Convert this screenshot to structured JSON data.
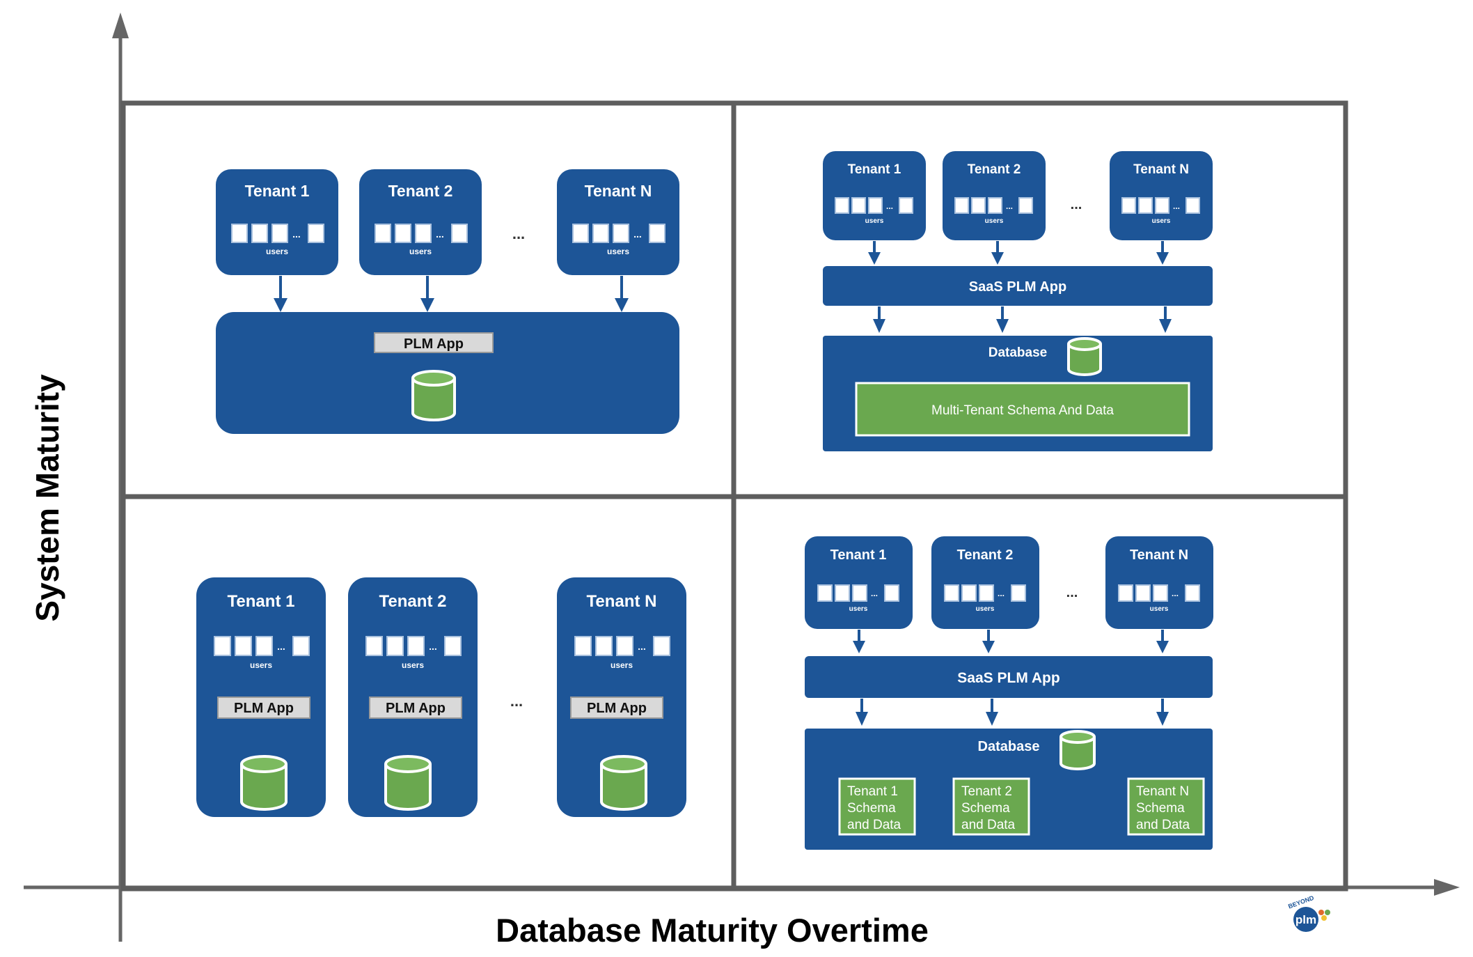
{
  "axes": {
    "y_label": "System Maturity",
    "x_label": "Database Maturity Overtime"
  },
  "colors": {
    "tenant_blue": "#1d5597",
    "database_green": "#6aa84f",
    "frame_gray": "#5e5e5e",
    "app_label_gray": "#d9d9d9"
  },
  "common": {
    "users": "users",
    "ellipsis": "...",
    "small_ellipsis": "..."
  },
  "top_left": {
    "tenants": [
      "Tenant 1",
      "Tenant 2",
      "Tenant N"
    ],
    "app_label": "PLM App"
  },
  "top_right": {
    "tenants": [
      "Tenant 1",
      "Tenant 2",
      "Tenant N"
    ],
    "app_label": "SaaS PLM App",
    "database_label": "Database",
    "schema_label": "Multi-Tenant Schema And Data"
  },
  "bottom_left": {
    "tenants": [
      "Tenant 1",
      "Tenant 2",
      "Tenant N"
    ],
    "app_label": "PLM App"
  },
  "bottom_right": {
    "tenants": [
      "Tenant 1",
      "Tenant 2",
      "Tenant N"
    ],
    "app_label": "SaaS PLM App",
    "database_label": "Database",
    "schemas": [
      [
        "Tenant 1",
        "Schema",
        "and Data"
      ],
      [
        "Tenant 2",
        "Schema",
        "and Data"
      ],
      [
        "Tenant N",
        "Schema",
        "and Data"
      ]
    ]
  },
  "logo": {
    "top_text": "BEYOND",
    "main_text": "plm"
  }
}
